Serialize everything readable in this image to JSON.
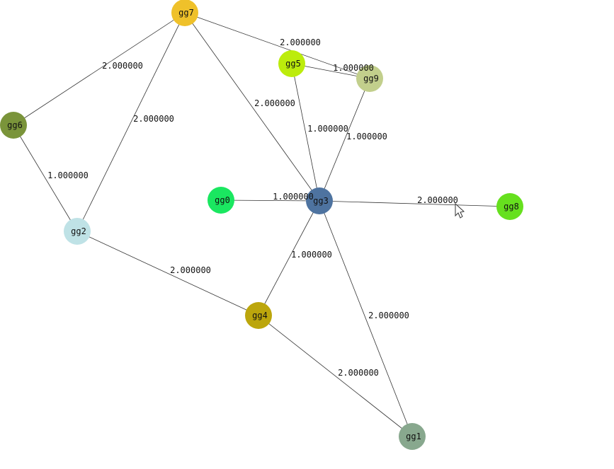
{
  "graph": {
    "nodes": [
      {
        "id": "gg0",
        "label": "gg0",
        "color": "#1AE760"
      },
      {
        "id": "gg1",
        "label": "gg1",
        "color": "#88A88E"
      },
      {
        "id": "gg2",
        "label": "gg2",
        "color": "#BFE2E6"
      },
      {
        "id": "gg3",
        "label": "gg3",
        "color": "#4E73A0"
      },
      {
        "id": "gg4",
        "label": "gg4",
        "color": "#BCA60C"
      },
      {
        "id": "gg5",
        "label": "gg5",
        "color": "#BCEC0C"
      },
      {
        "id": "gg6",
        "label": "gg6",
        "color": "#7A943A"
      },
      {
        "id": "gg7",
        "label": "gg7",
        "color": "#EFC12A"
      },
      {
        "id": "gg8",
        "label": "gg8",
        "color": "#66E01E"
      },
      {
        "id": "gg9",
        "label": "gg9",
        "color": "#C2CF8C"
      }
    ],
    "edges": [
      {
        "source": "gg7",
        "target": "gg6",
        "label": "2.000000"
      },
      {
        "source": "gg7",
        "target": "gg2",
        "label": "2.000000"
      },
      {
        "source": "gg7",
        "target": "gg3",
        "label": "2.000000"
      },
      {
        "source": "gg7",
        "target": "gg9",
        "label": "2.000000"
      },
      {
        "source": "gg5",
        "target": "gg9",
        "label": "1.000000"
      },
      {
        "source": "gg5",
        "target": "gg3",
        "label": "1.000000"
      },
      {
        "source": "gg9",
        "target": "gg3",
        "label": "1.000000"
      },
      {
        "source": "gg6",
        "target": "gg2",
        "label": "1.000000"
      },
      {
        "source": "gg0",
        "target": "gg3",
        "label": "1.000000"
      },
      {
        "source": "gg3",
        "target": "gg8",
        "label": "2.000000"
      },
      {
        "source": "gg3",
        "target": "gg4",
        "label": "1.000000"
      },
      {
        "source": "gg3",
        "target": "gg1",
        "label": "2.000000"
      },
      {
        "source": "gg2",
        "target": "gg4",
        "label": "2.000000"
      },
      {
        "source": "gg4",
        "target": "gg1",
        "label": "2.000000"
      }
    ]
  },
  "cursor": {
    "icon": "mouse-pointer-icon"
  }
}
